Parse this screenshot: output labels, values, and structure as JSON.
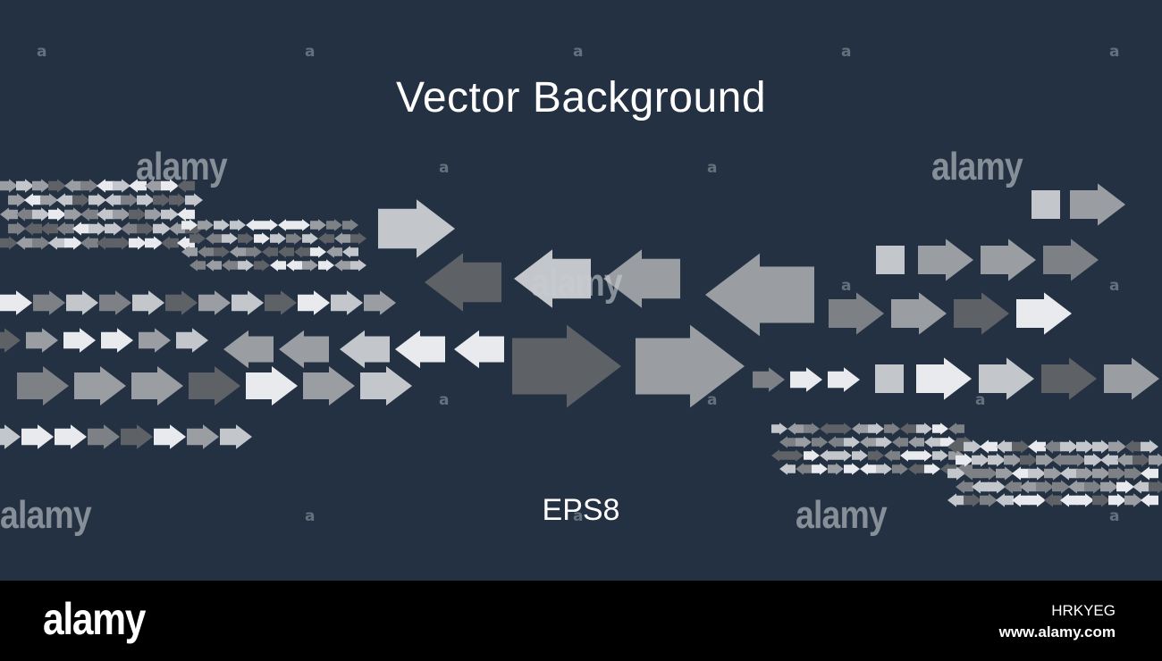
{
  "title": "Vector Background",
  "caption": "EPS8",
  "watermark": {
    "letter": "a",
    "word": "alamy"
  },
  "footer": {
    "logo": "alamy",
    "image_id": "HRKYEG",
    "url": "www.alamy.com"
  },
  "colors": {
    "background": "#233142",
    "footer": "#000000",
    "arrow_shades": [
      "#e8eaed",
      "#c3c7cc",
      "#9a9ea3",
      "#7d8186",
      "#5e6166"
    ]
  },
  "icons": [
    "arrow-right-icon",
    "arrow-left-icon",
    "square-icon"
  ]
}
